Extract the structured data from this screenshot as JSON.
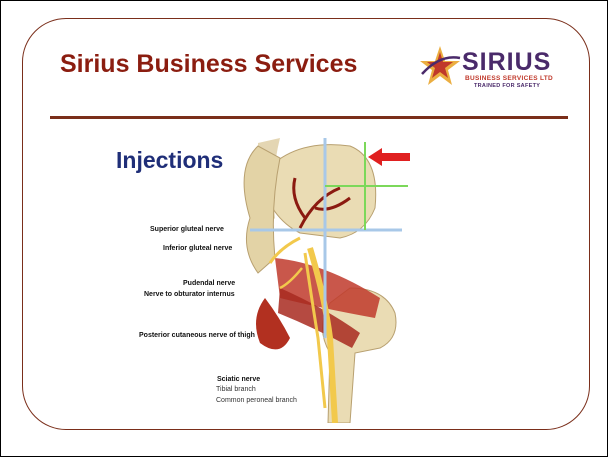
{
  "slide": {
    "title": "Sirius Business Services",
    "subtitle": "Injections"
  },
  "logo": {
    "name": "SIRIUS",
    "line1": "BUSINESS SERVICES LTD",
    "line2": "TRAINED FOR SAFETY",
    "star_colors": [
      "#c0392b",
      "#e8a020",
      "#4a2a6a"
    ]
  },
  "anatomy": {
    "labels": {
      "superior_gluteal": "Superior gluteal nerve",
      "inferior_gluteal": "Inferior gluteal nerve",
      "pudendal": "Pudendal nerve",
      "obturator_internus": "Nerve to obturator internus",
      "posterior_cutaneous": "Posterior cutaneous nerve of thigh",
      "sciatic": "Sciatic nerve",
      "tibial": "Tibial branch",
      "common_peroneal": "Common peroneal branch"
    },
    "colors": {
      "bone": "#eadcb4",
      "muscle": "#c0392b",
      "nerve": "#f2c94c",
      "guide_line_blue": "#a8c8e8",
      "guide_line_green": "#7cd85a",
      "arrow": "#e02020"
    }
  }
}
